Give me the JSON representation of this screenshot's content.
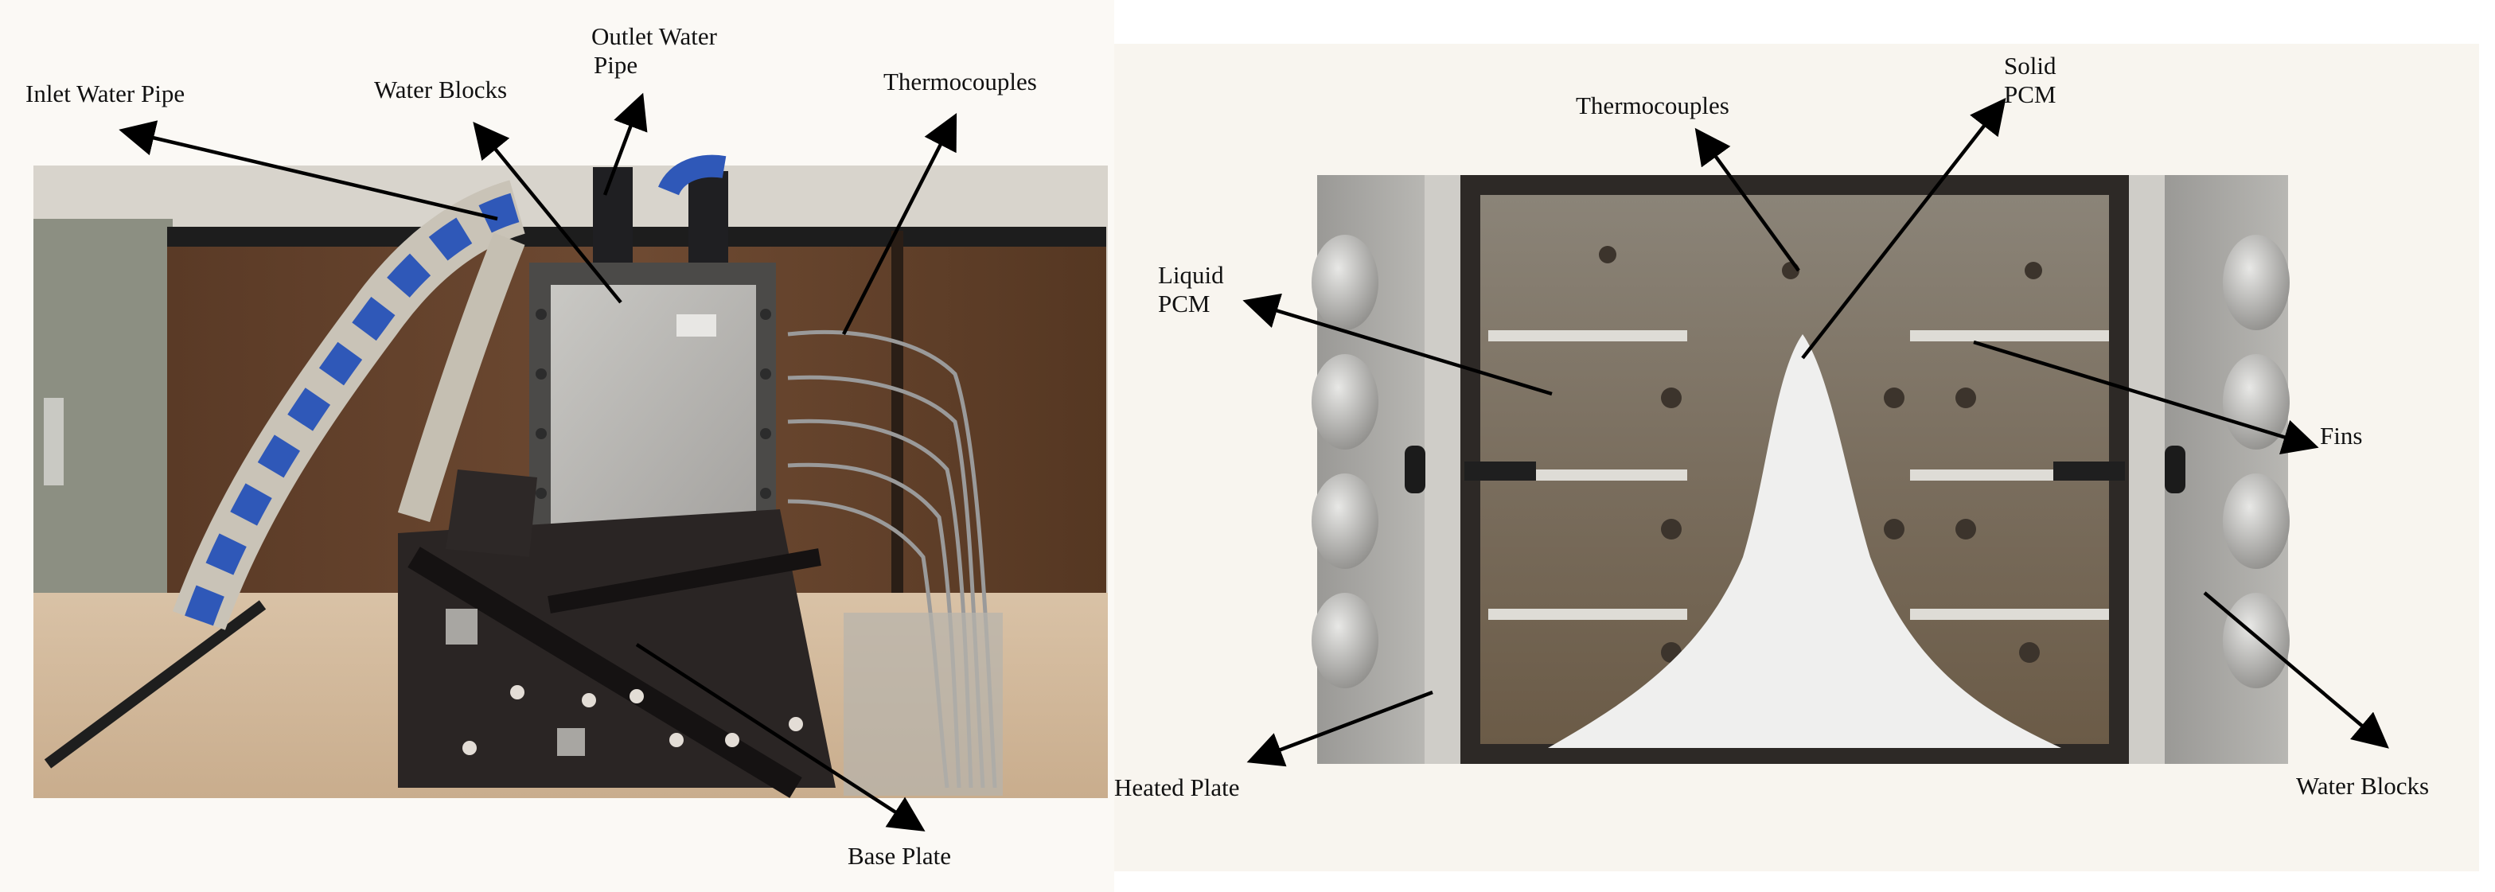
{
  "figure": {
    "left_panel": {
      "labels": {
        "inlet_water_pipe": "Inlet Water Pipe",
        "water_blocks": "Water Blocks",
        "outlet_water_pipe_line1": "Outlet Water",
        "outlet_water_pipe_line2": "Pipe",
        "thermocouples": "Thermocouples",
        "base_plate": "Base Plate"
      }
    },
    "right_panel": {
      "labels": {
        "thermocouples": "Thermocouples",
        "solid_pcm_line1": "Solid",
        "solid_pcm_line2": "PCM",
        "liquid_pcm_line1": "Liquid",
        "liquid_pcm_line2": "PCM",
        "fins": "Fins",
        "heated_plate": "Heated Plate",
        "water_blocks": "Water Blocks"
      }
    }
  },
  "colors": {
    "label_text": "#111111",
    "arrow": "#000000",
    "panel_background": "#fbf9f5"
  }
}
